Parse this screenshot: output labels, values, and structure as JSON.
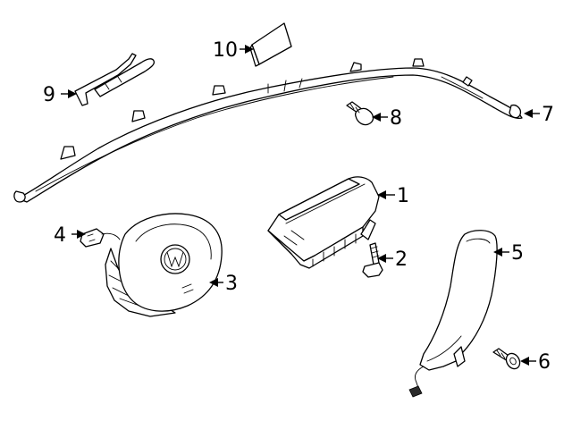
{
  "callouts": [
    {
      "id": "1",
      "label": "1"
    },
    {
      "id": "2",
      "label": "2"
    },
    {
      "id": "3",
      "label": "3"
    },
    {
      "id": "4",
      "label": "4"
    },
    {
      "id": "5",
      "label": "5"
    },
    {
      "id": "6",
      "label": "6"
    },
    {
      "id": "7",
      "label": "7"
    },
    {
      "id": "8",
      "label": "8"
    },
    {
      "id": "9",
      "label": "9"
    },
    {
      "id": "10",
      "label": "10"
    }
  ],
  "parts": [
    {
      "callout": "1",
      "icon": "passenger-airbag-icon"
    },
    {
      "callout": "2",
      "icon": "bolt-icon"
    },
    {
      "callout": "3",
      "icon": "steering-wheel-airbag-icon"
    },
    {
      "callout": "4",
      "icon": "connector-icon"
    },
    {
      "callout": "5",
      "icon": "knee-airbag-icon"
    },
    {
      "callout": "6",
      "icon": "screw-icon"
    },
    {
      "callout": "7",
      "icon": "curtain-airbag-icon"
    },
    {
      "callout": "8",
      "icon": "bolt-icon"
    },
    {
      "callout": "9",
      "icon": "bracket-icon"
    },
    {
      "callout": "10",
      "icon": "pad-icon"
    }
  ]
}
